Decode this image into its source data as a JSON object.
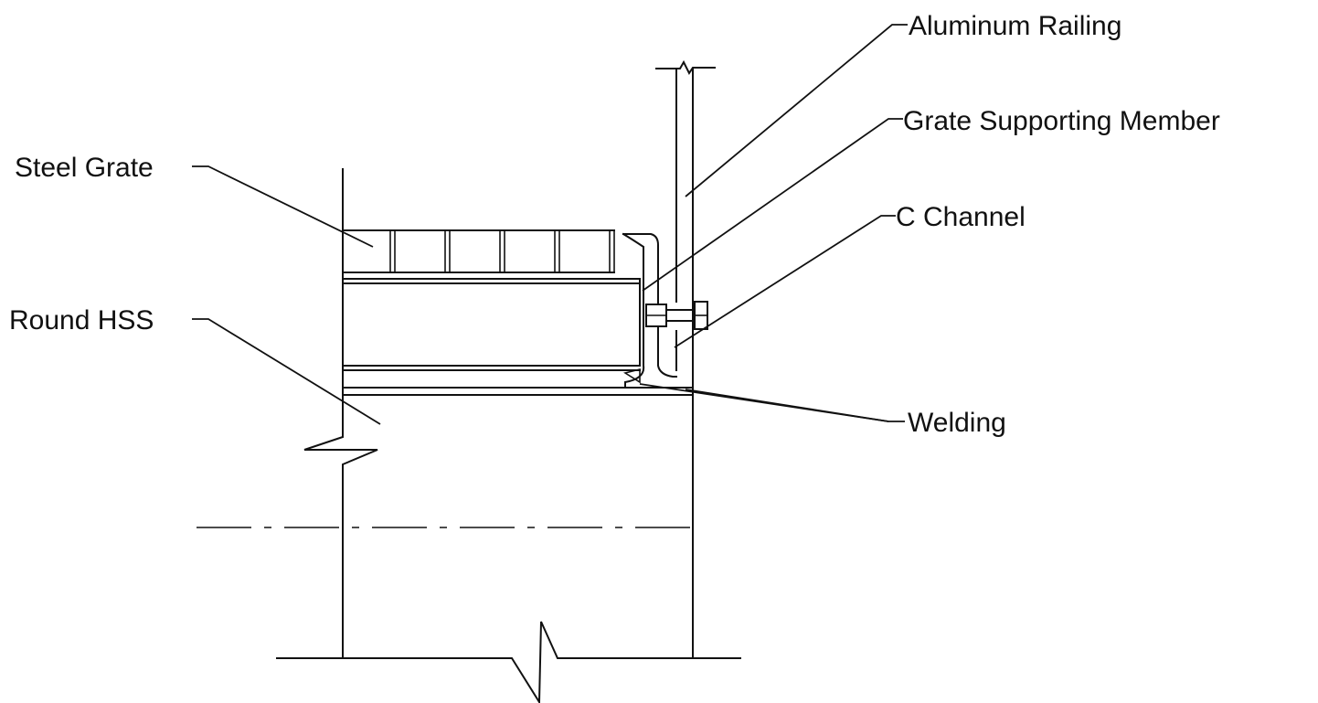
{
  "labels": {
    "aluminum_railing": "Aluminum Railing",
    "grate_supporting_member": "Grate Supporting Member",
    "steel_grate": "Steel Grate",
    "c_channel": "C Channel",
    "round_hss": "Round HSS",
    "welding": "Welding"
  },
  "colors": {
    "line": "#111111",
    "background": "#ffffff"
  }
}
